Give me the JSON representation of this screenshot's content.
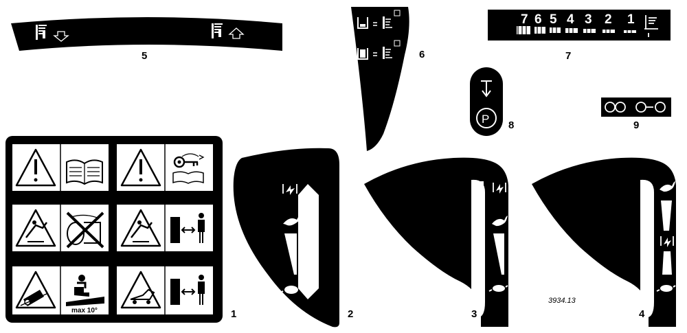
{
  "labels": {
    "d1": "1",
    "d2": "2",
    "d3": "3",
    "d4": "4",
    "d5": "5",
    "d6": "6",
    "d7": "7",
    "d8": "8",
    "d9": "9"
  },
  "gear_digits": [
    "7",
    "6",
    "5",
    "4",
    "3",
    "2",
    "1"
  ],
  "slope_text": "max 10°",
  "park_symbol": "P",
  "reference": "3934.13"
}
